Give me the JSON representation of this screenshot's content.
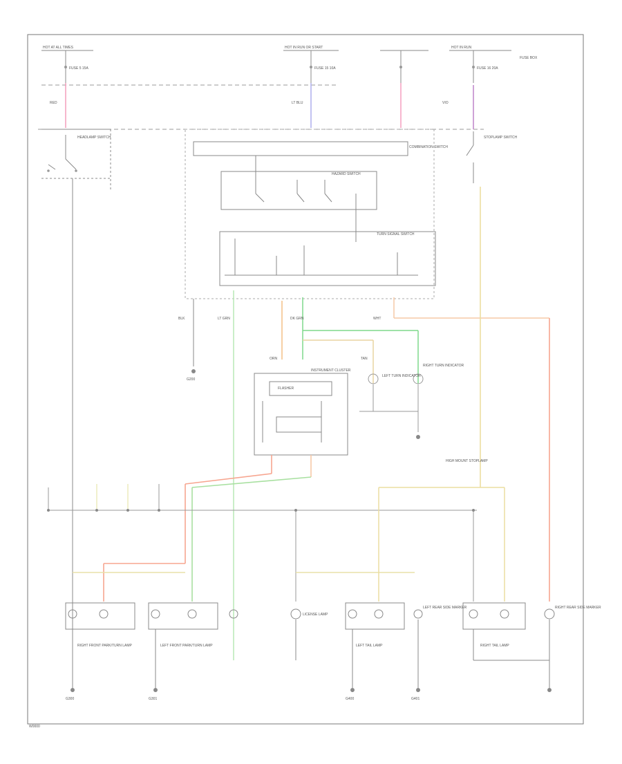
{
  "diagram": {
    "footer_code": "W0000"
  },
  "labels": [
    "HOT AT ALL TIMES",
    "FUSE 5 15A",
    "RED",
    "HEADLAMP SWITCH",
    "HOT IN RUN OR START",
    "FUSE 15 10A",
    "HOT IN RUN",
    "FUSE 16 20A",
    "COMBINATION SWITCH",
    "HAZARD SWITCH",
    "TURN SIGNAL SWITCH",
    "FLASHER",
    "LT GRN",
    "DK GRN",
    "ORN",
    "WHT",
    "BLK",
    "TAN",
    "LT BLU",
    "VIO",
    "G200",
    "G300",
    "G301",
    "G400",
    "G401",
    "RIGHT FRONT PARK/TURN LAMP",
    "LEFT FRONT PARK/TURN LAMP",
    "LEFT TAIL LAMP",
    "RIGHT TAIL LAMP",
    "LICENSE LAMP",
    "LEFT REAR SIDE MARKER",
    "RIGHT REAR SIDE MARKER",
    "STOPLAMP SWITCH",
    "INSTRUMENT CLUSTER",
    "HIGH MOUNT STOPLAMP",
    "LEFT TURN INDICATOR",
    "RIGHT TURN INDICATOR",
    "FUSE BOX"
  ]
}
